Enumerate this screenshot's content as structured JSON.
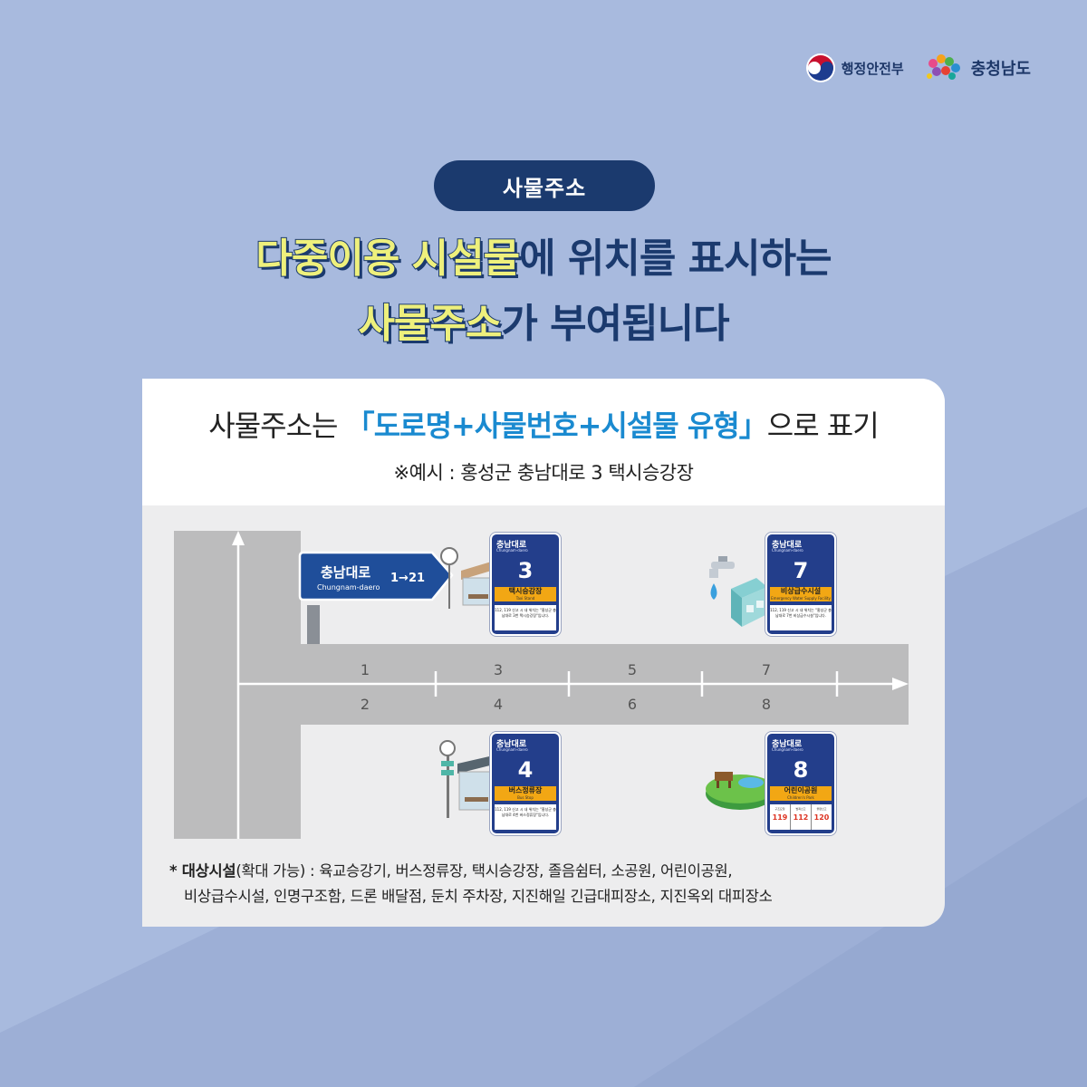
{
  "logos": {
    "ministry": "행정안전부",
    "province": "충청남도"
  },
  "pill": {
    "label": "사물주소"
  },
  "headline": {
    "line1_highlight": "다중이용 시설물",
    "line1_rest": "에 위치를 표시하는",
    "line2_highlight": "사물주소",
    "line2_rest": "가 부여됩니다"
  },
  "card": {
    "formula_prefix": "사물주소는",
    "formula_open": "「",
    "formula_body": "도로명+사물번호+시설물 유형",
    "formula_close": "」",
    "formula_suffix": "으로 표기",
    "example": "※예시 : 홍성군 충남대로 3 택시승강장"
  },
  "road_sign": {
    "name": "충남대로",
    "name_en": "Chungnam-daero",
    "range": "1→21"
  },
  "road_numbers": {
    "top": [
      "1",
      "3",
      "5",
      "7"
    ],
    "bottom": [
      "2",
      "4",
      "6",
      "8"
    ]
  },
  "plates": [
    {
      "road": "충남대로",
      "road_en": "Chungnam-daero",
      "number": "3",
      "type": "택시승강장",
      "type_en": "Taxi Stand",
      "note": "112, 119 신고 시 내 위치는 \"홍성군 충남대로 3번 택시승강장\"입니다."
    },
    {
      "road": "충남대로",
      "road_en": "Chungnam-daero",
      "number": "7",
      "type": "비상급수시설",
      "type_en": "Emergency Water Supply Facility",
      "note": "112, 119 신고 시 내 위치는 \"홍성군 충남대로 7번 비상급수시설\"입니다."
    },
    {
      "road": "충남대로",
      "road_en": "Chungnam-daero",
      "number": "4",
      "type": "버스정류장",
      "type_en": "Bus Stop",
      "note": "112, 119 신고 시 내 위치는 \"홍성군 충남대로 4번 버스정류장\"입니다."
    },
    {
      "road": "충남대로",
      "road_en": "Chungnam-daero",
      "number": "8",
      "type": "어린이공원",
      "type_en": "Children's Park",
      "emergency": [
        {
          "label": "구조요청",
          "value": "119"
        },
        {
          "label": "범죄신고",
          "value": "112"
        },
        {
          "label": "불편신고",
          "value": "120"
        }
      ]
    }
  ],
  "footnote": {
    "mark": "* ",
    "title": "대상시설",
    "qualifier": "(확대 가능) : ",
    "line1": "육교승강기, 버스정류장, 택시승강장, 졸음쉼터, 소공원, 어린이공원,",
    "line2": "비상급수시설, 인명구조함, 드론 배달점, 둔치 주차장, 지진해일 긴급대피장소, 지진옥외 대피장소"
  },
  "colors": {
    "background": "#a8bade",
    "navy": "#1b3a6e",
    "highlight": "#eef07c",
    "formula_blue": "#1a8ad0",
    "plate_blue": "#233e8b",
    "plate_orange": "#f2a714"
  }
}
